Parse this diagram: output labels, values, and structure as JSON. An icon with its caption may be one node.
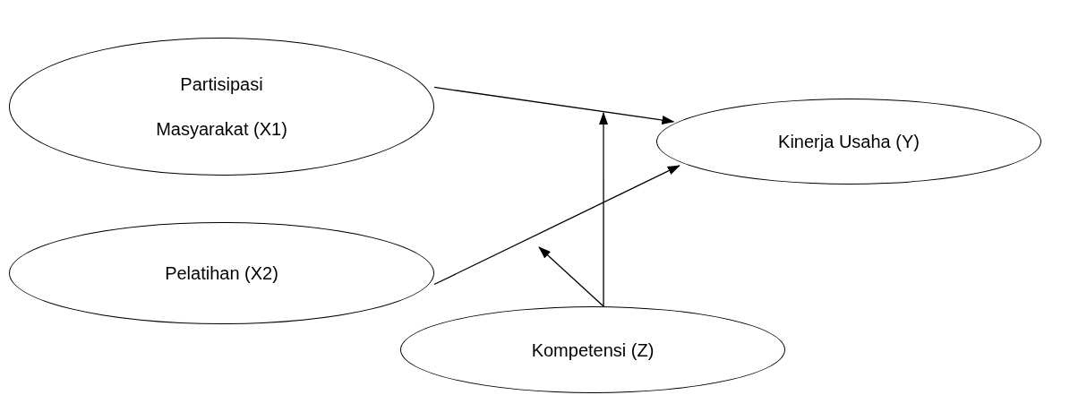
{
  "diagram": {
    "nodes": [
      {
        "text": [
          "Partisipasi Masyarakat (X1)"
        ]
      },
      {
        "text": [
          "Kinerja Usaha (Y)"
        ]
      },
      {
        "text": [
          "Pelatihan (X2)"
        ]
      },
      {
        "text": [
          "Kompetensi (Z)"
        ]
      }
    ],
    "edges": [
      {
        "from": 0,
        "to": 1,
        "arrow": "to"
      },
      {
        "from": 2,
        "to": 1,
        "arrow": "to"
      },
      {
        "from": 3,
        "to": null,
        "arrow": "to"
      },
      {
        "from": 3,
        "to": null,
        "arrow": "to"
      }
    ]
  }
}
